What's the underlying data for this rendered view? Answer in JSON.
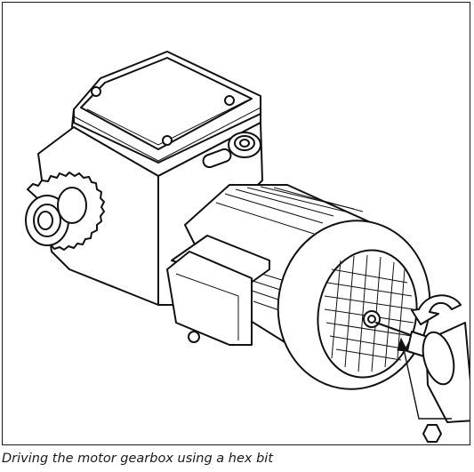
{
  "figure": {
    "caption": "Driving the motor gearbox using a hex bit",
    "rotation_arrow": "counter-clockwise",
    "tool_symbol": "hex"
  },
  "colors": {
    "ink": "#111111",
    "background": "#ffffff"
  }
}
